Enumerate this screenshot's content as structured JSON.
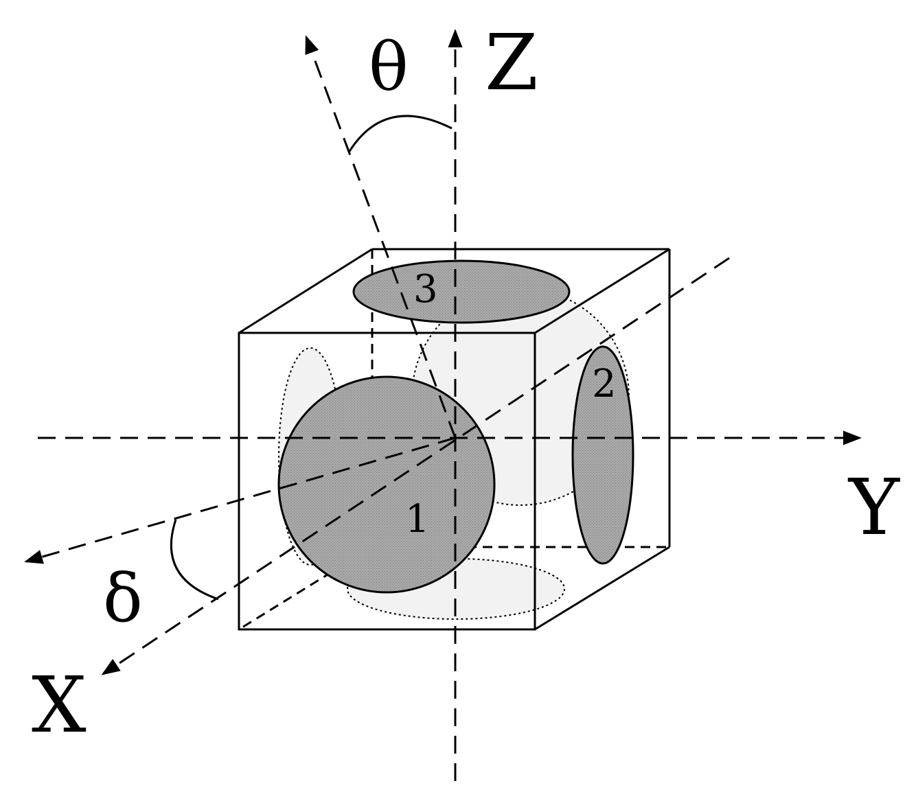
{
  "axes": {
    "x": "X",
    "y": "Y",
    "z": "Z"
  },
  "angles": {
    "theta": "θ",
    "delta": "δ"
  },
  "shapes": {
    "one": "1",
    "two": "2",
    "three": "3"
  },
  "colors": {
    "line": "#000000",
    "shape_fill": "#a9a9a9",
    "ghost_fill": "#f2f2f2"
  }
}
